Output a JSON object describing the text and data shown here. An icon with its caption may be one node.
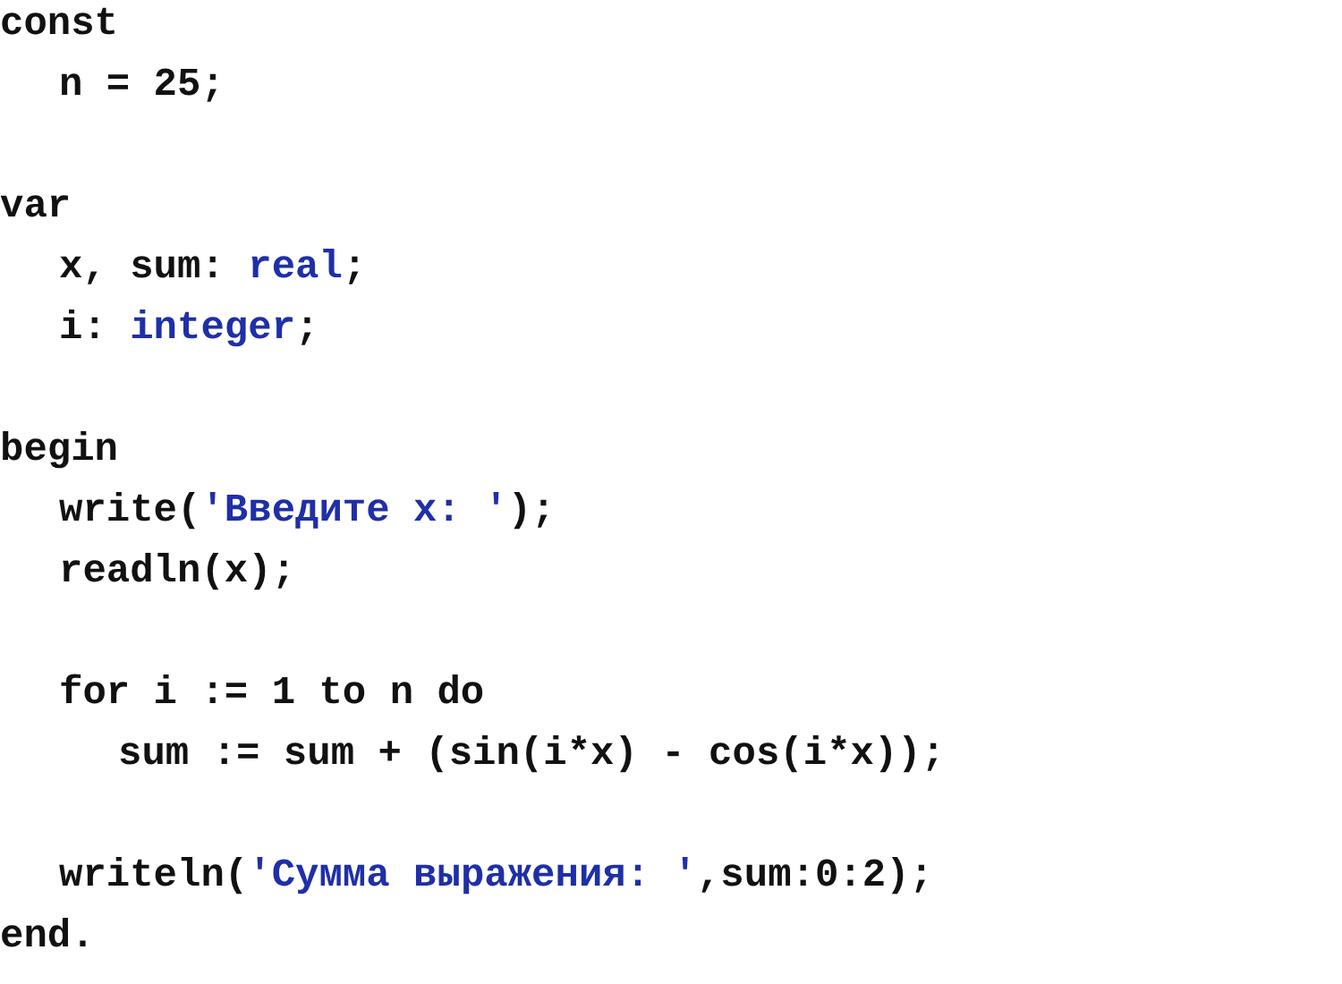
{
  "diagram": {
    "labels": [
      "const",
      "n = 25;",
      "var",
      "x, sum: real;",
      "i: integer;",
      "begin",
      "write('Введите x: ');",
      "readln(x);",
      "for i := 1 to n do",
      "sum := sum + (sin(i*x) - cos(i*x));",
      "writeln('Сумма выражения: ',sum:0:2);",
      "end."
    ]
  }
}
